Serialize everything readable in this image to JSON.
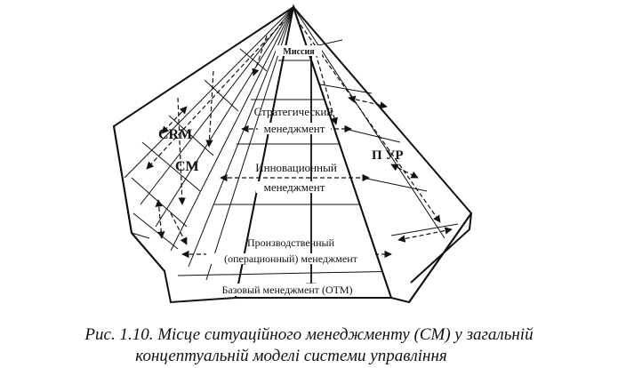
{
  "diagram": {
    "levels": {
      "mission": "Миссия",
      "strategic_line1": "Стратегический",
      "strategic_line2": "менеджмент",
      "innovation_line1": "Инновационный",
      "innovation_line2": "менеджмент",
      "production_line1": "Производственный",
      "production_line2": "(операционный) менеджмент",
      "base": "Базовый менеджмент (ОТМ)"
    },
    "side_labels": {
      "crm": "СRМ",
      "cm": "СМ",
      "pur": "П УР"
    }
  },
  "caption": {
    "line1": "Рис. 1.10. Місце ситуаційного менеджменту (СМ) у загальній",
    "line2": "концептуальній моделі системи управління"
  }
}
